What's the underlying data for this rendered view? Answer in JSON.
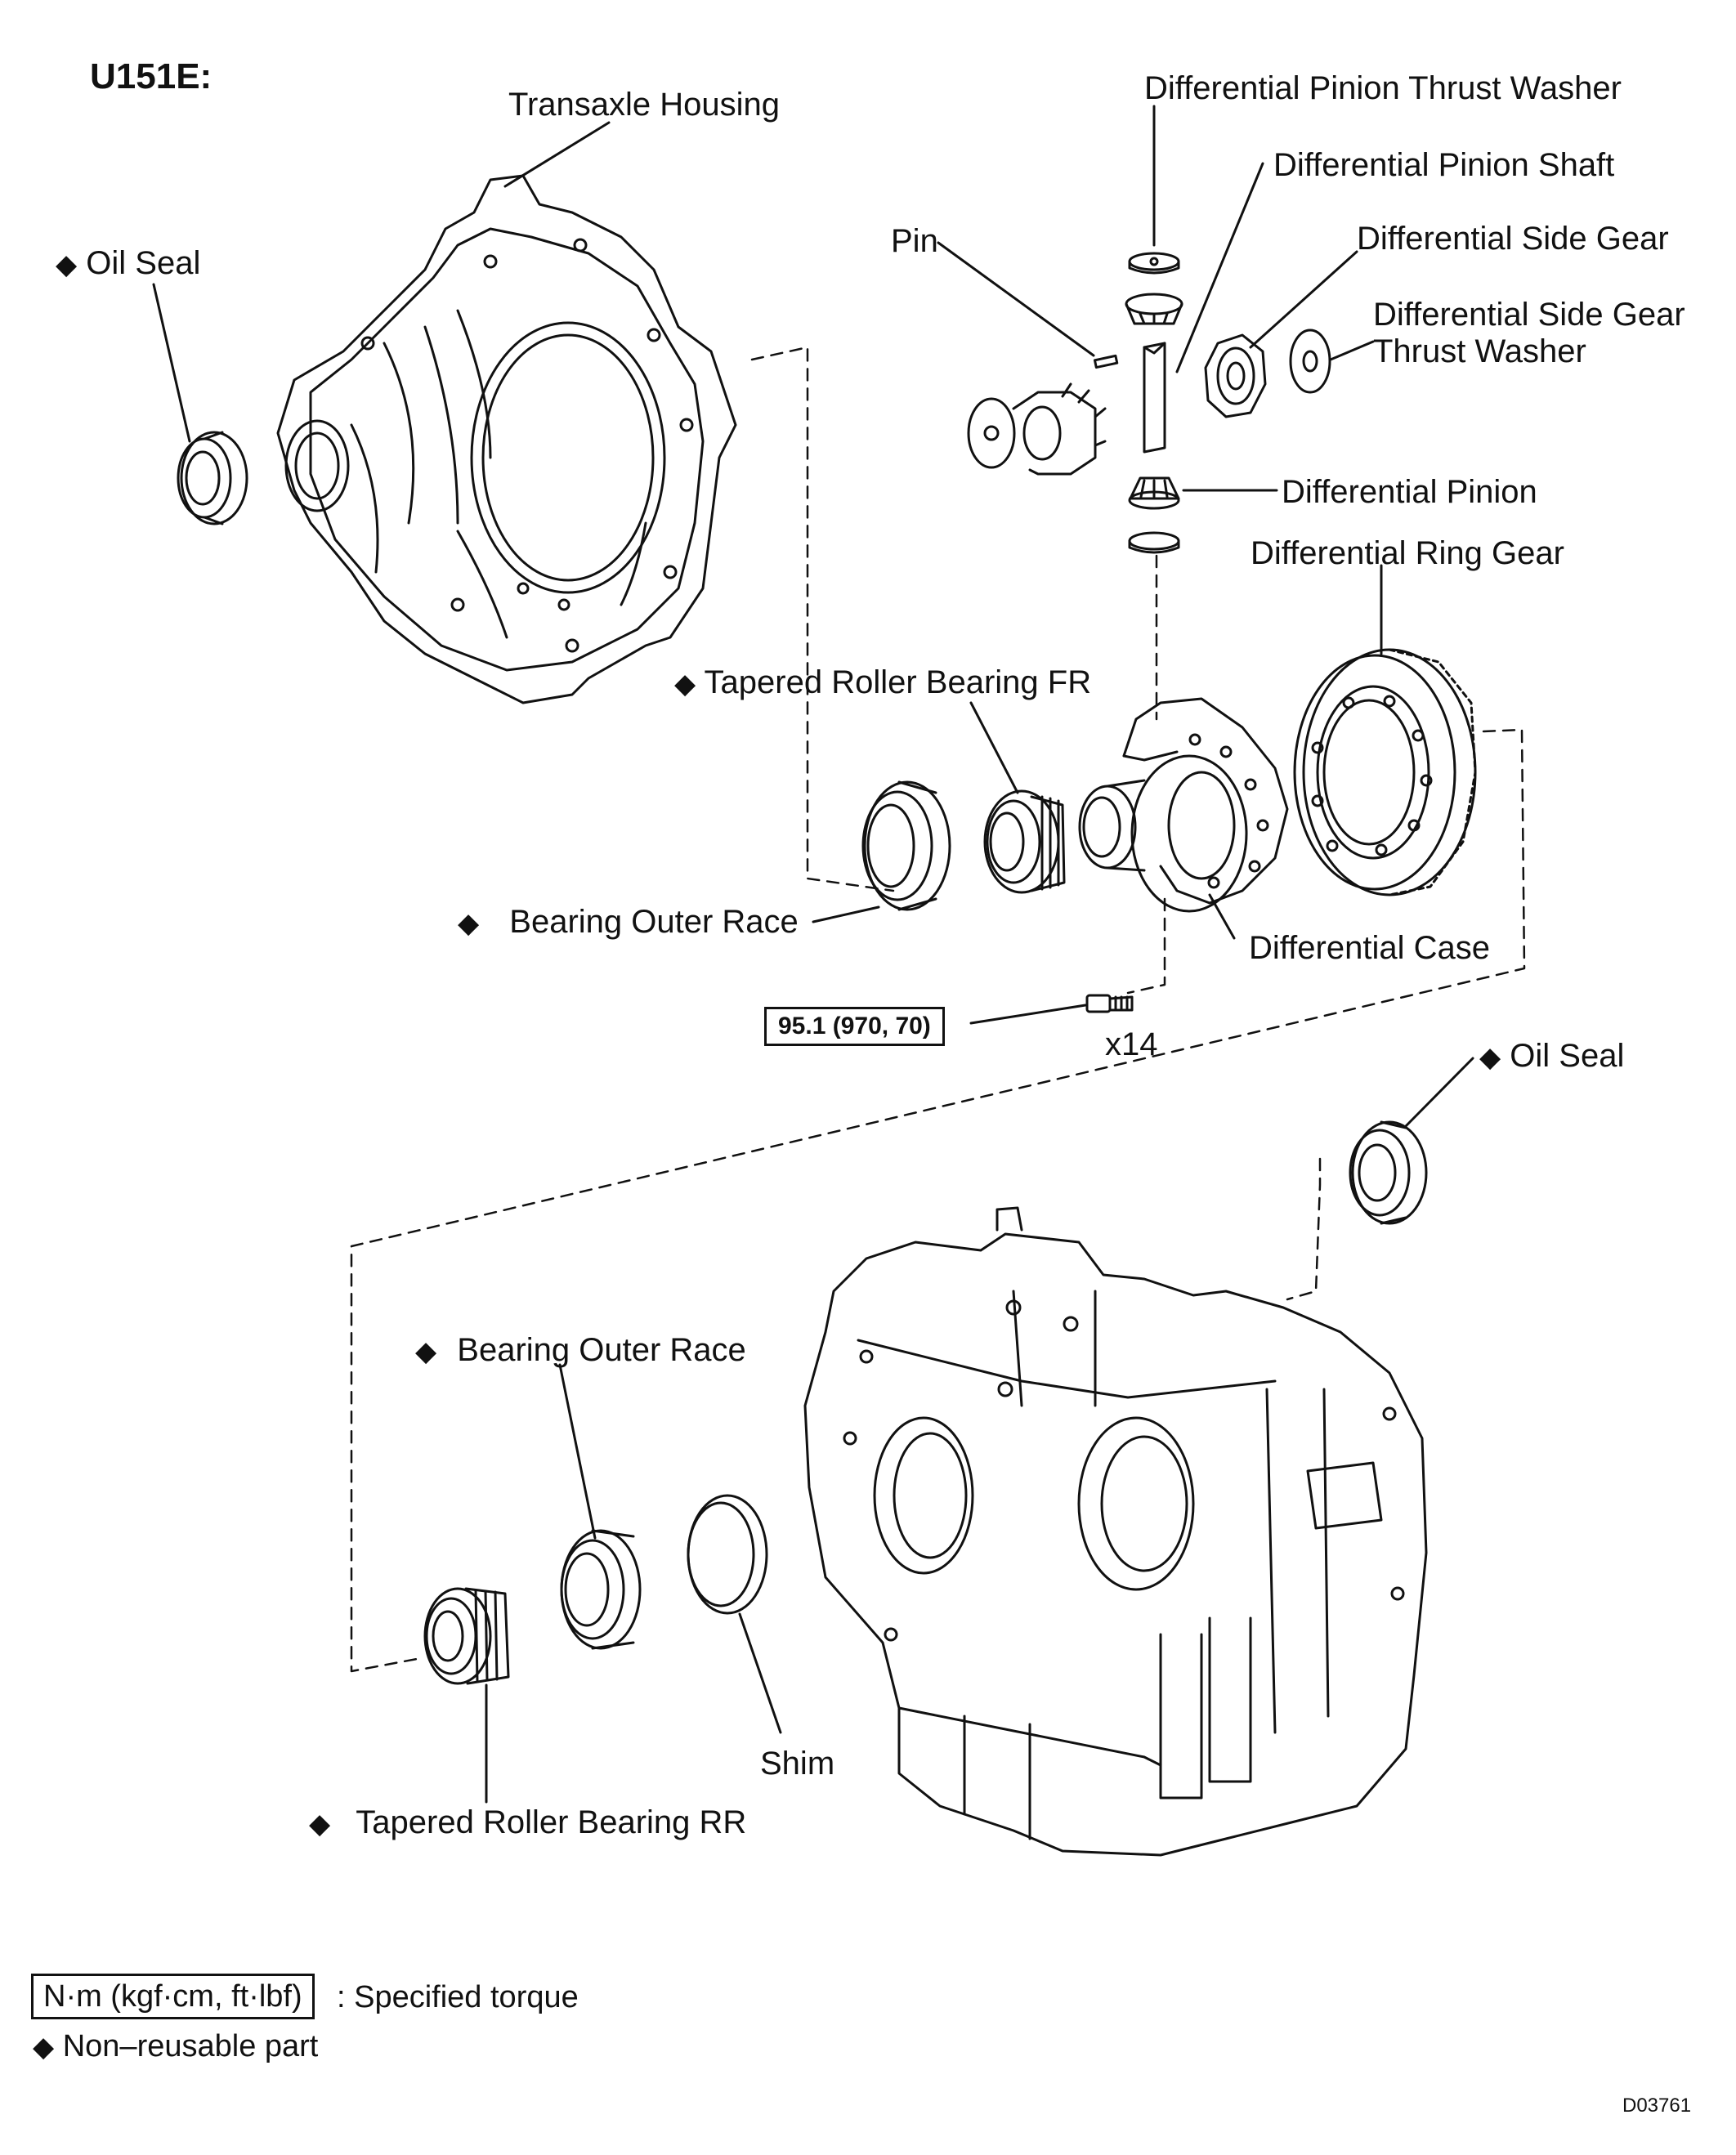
{
  "title": "U151E:",
  "labels": {
    "transaxle_housing": "Transaxle Housing",
    "oil_seal_left": "Oil Seal",
    "pinion_thrust_washer": "Differential Pinion Thrust Washer",
    "pinion_shaft": "Differential Pinion Shaft",
    "pin": "Pin",
    "side_gear": "Differential Side Gear",
    "side_gear_thrust_washer_1": "Differential Side Gear",
    "side_gear_thrust_washer_2": "Thrust Washer",
    "pinion": "Differential Pinion",
    "ring_gear": "Differential Ring Gear",
    "tapered_bearing_fr": "Tapered Roller Bearing FR",
    "bearing_outer_race_upper": "Bearing Outer Race",
    "differential_case": "Differential Case",
    "bolt_count": "x14",
    "oil_seal_right": "Oil Seal",
    "bearing_outer_race_lower": "Bearing Outer Race",
    "shim": "Shim",
    "tapered_bearing_rr": "Tapered Roller Bearing RR"
  },
  "torque_spec": "95.1 (970, 70)",
  "non_reusable_mark": "◆",
  "legend": {
    "torque_unit": "N·m (kgf·cm, ft·lbf)",
    "torque_desc": ": Specified torque",
    "non_reusable": "Non–reusable part"
  },
  "figure_code": "D03761"
}
